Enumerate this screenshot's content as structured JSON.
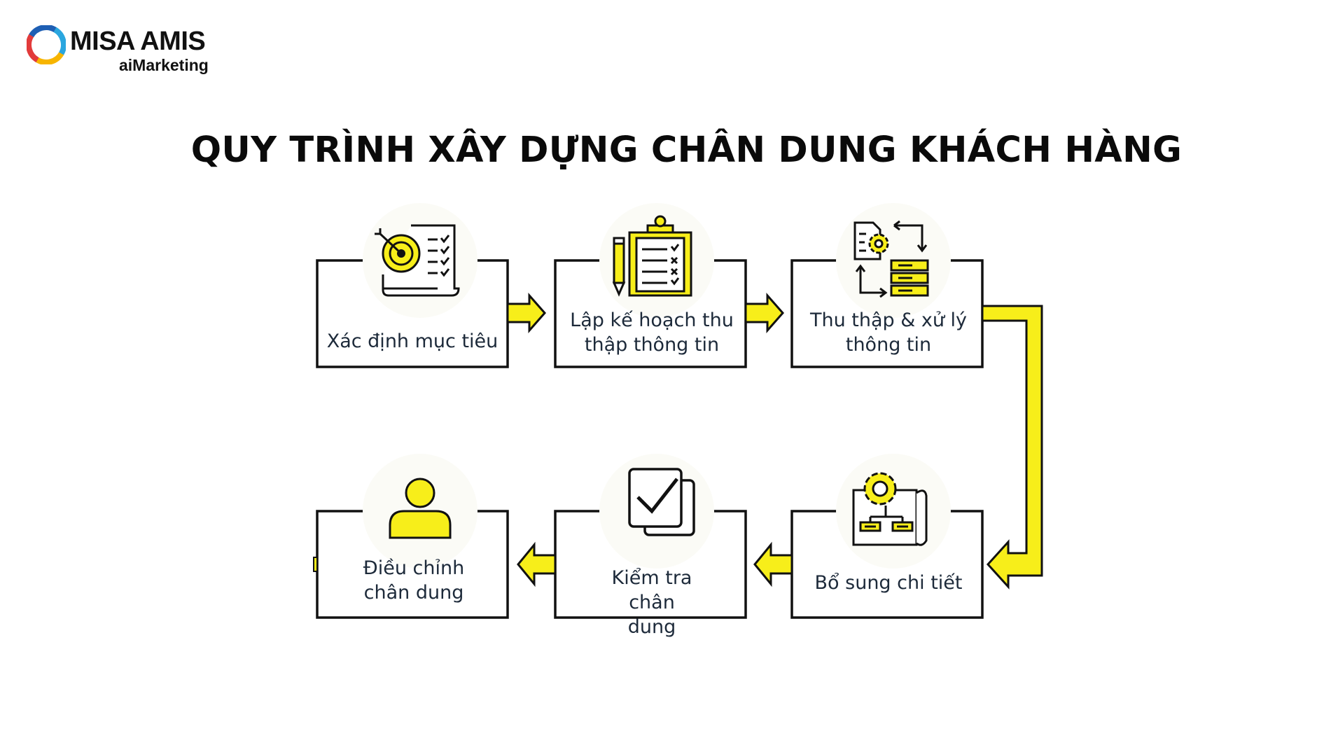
{
  "brand": {
    "name": "MISA AMIS",
    "tagline": "aiMarketing",
    "logo_colors": [
      "#e23b3b",
      "#f7b500",
      "#2aa6df",
      "#1e5fb4"
    ]
  },
  "title": "QUY TRÌNH XÂY DỰNG CHÂN DUNG KHÁCH HÀNG",
  "colors": {
    "accent": "#f7ee1a",
    "stroke": "#111111",
    "text": "#1d2a3a"
  },
  "steps": [
    {
      "label": "Xác định mục tiêu",
      "icon": "target-checklist-icon"
    },
    {
      "label": "Lập kế hoạch thu thập thông tin",
      "icon": "clipboard-pencil-icon"
    },
    {
      "label": "Thu thập & xử lý thông tin",
      "icon": "data-processing-icon"
    },
    {
      "label": "Bổ sung chi tiết",
      "icon": "blueprint-gear-icon"
    },
    {
      "label": "Kiểm tra chân dung",
      "icon": "checkbox-icon"
    },
    {
      "label": "Điều chỉnh chân dung",
      "icon": "person-icon"
    }
  ]
}
